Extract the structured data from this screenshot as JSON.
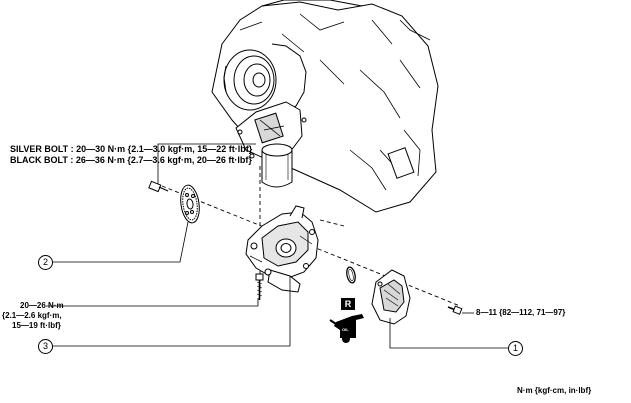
{
  "torque_specs": {
    "silver_bolt": "SILVER BOLT : 20—30 N·m {2.1—3.0 kgf·m, 15—22 ft·lbf}",
    "black_bolt": "BLACK BOLT : 26—36 N·m {2.7—3.6 kgf·m, 20—26 ft·lbf}",
    "pump_bolt_line1": "20—26 N·m",
    "pump_bolt_line2": "{2.1—2.6 kgf·m,",
    "pump_bolt_line3": "15—19 ft·lbf}",
    "cover_bolt": "8—11 {82—112, 71—97}"
  },
  "callouts": {
    "c1": "1",
    "c2": "2",
    "c3": "3"
  },
  "symbols": {
    "replace": "R",
    "oil": "OIL"
  },
  "units_note": "N·m {kgf·cm, in·lbf}",
  "colors": {
    "line": "#000000",
    "engine_fill": "#ffffff",
    "shade": "#d8d8d8",
    "badge": "#000000"
  }
}
